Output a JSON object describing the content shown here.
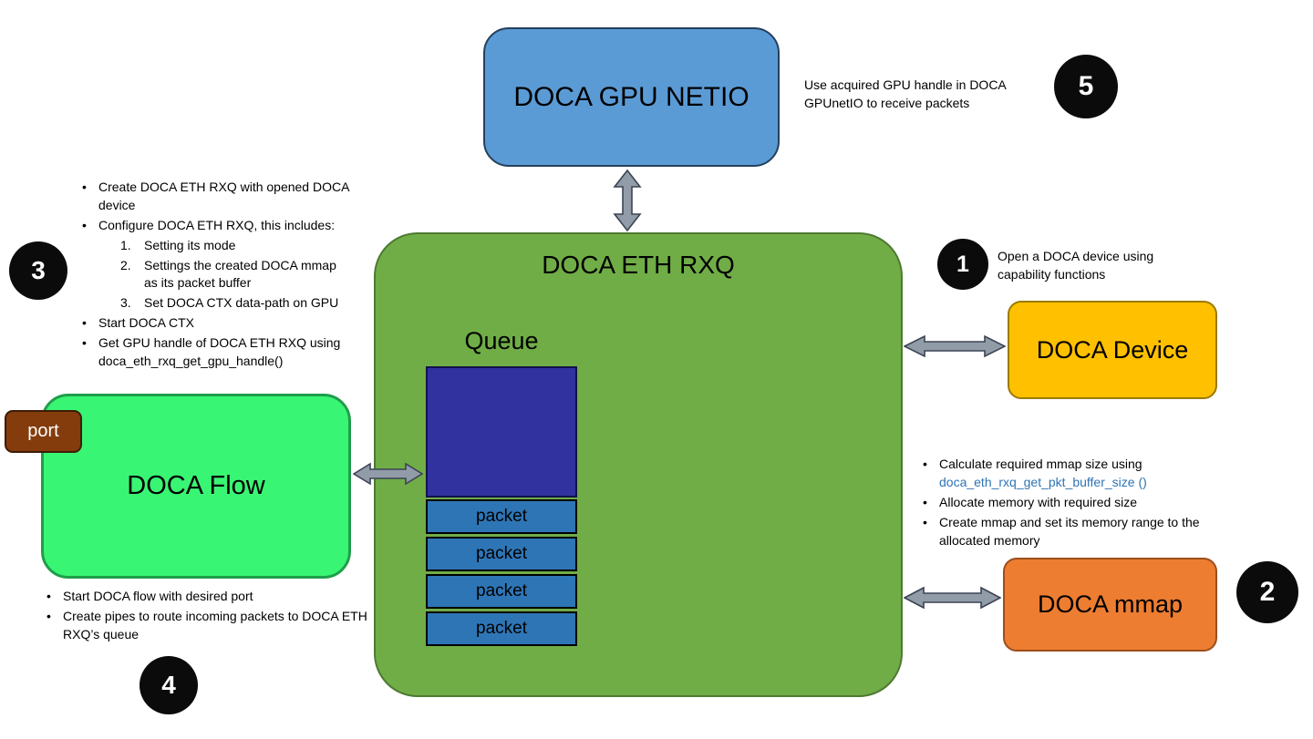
{
  "boxes": {
    "gpu_netio": "DOCA GPU NETIO",
    "eth_rxq": "DOCA ETH RXQ",
    "queue_label": "Queue",
    "packets": [
      "packet",
      "packet",
      "packet",
      "packet"
    ],
    "device": "DOCA Device",
    "mmap": "DOCA mmap",
    "flow": "DOCA Flow",
    "port": "port"
  },
  "badges": {
    "one": "1",
    "two": "2",
    "three": "3",
    "four": "4",
    "five": "5"
  },
  "notes": {
    "step1": "Open a DOCA device using capability functions",
    "step5": "Use acquired GPU handle in DOCA GPUnetIO to receive packets",
    "step3": {
      "items": [
        "Create DOCA ETH RXQ with opened DOCA device",
        "Configure DOCA ETH RXQ, this includes:",
        "Start DOCA CTX",
        "Get GPU handle of DOCA ETH RXQ using doca_eth_rxq_get_gpu_handle()"
      ],
      "sub_numbers": [
        "1.",
        "2.",
        "3."
      ],
      "sub_items": [
        "Setting its mode",
        "Settings the created DOCA mmap as its packet buffer",
        "Set DOCA CTX data-path on GPU"
      ]
    },
    "step2": {
      "line1": "Calculate required mmap size using",
      "code": "doca_eth_rxq_get_pkt_buffer_size ()",
      "items": [
        "Allocate memory with required size",
        "Create mmap and set its memory range to the allocated memory"
      ]
    },
    "step4": {
      "items": [
        "Start DOCA flow with desired port",
        "Create pipes to route incoming packets to DOCA ETH RXQ’s queue"
      ]
    }
  },
  "colors": {
    "gpu_netio_fill": "#5B9BD5",
    "eth_rxq_fill": "#70AD47",
    "device_fill": "#FFC000",
    "mmap_fill": "#ED7D31",
    "flow_fill": "#39F574",
    "port_fill": "#843C0C",
    "queue_empty_fill": "#31319F",
    "packet_fill": "#2E75B6",
    "badge_fill": "#0B0B0B",
    "code_text": "#2E74B5",
    "arrow_fill": "#929CA8"
  }
}
